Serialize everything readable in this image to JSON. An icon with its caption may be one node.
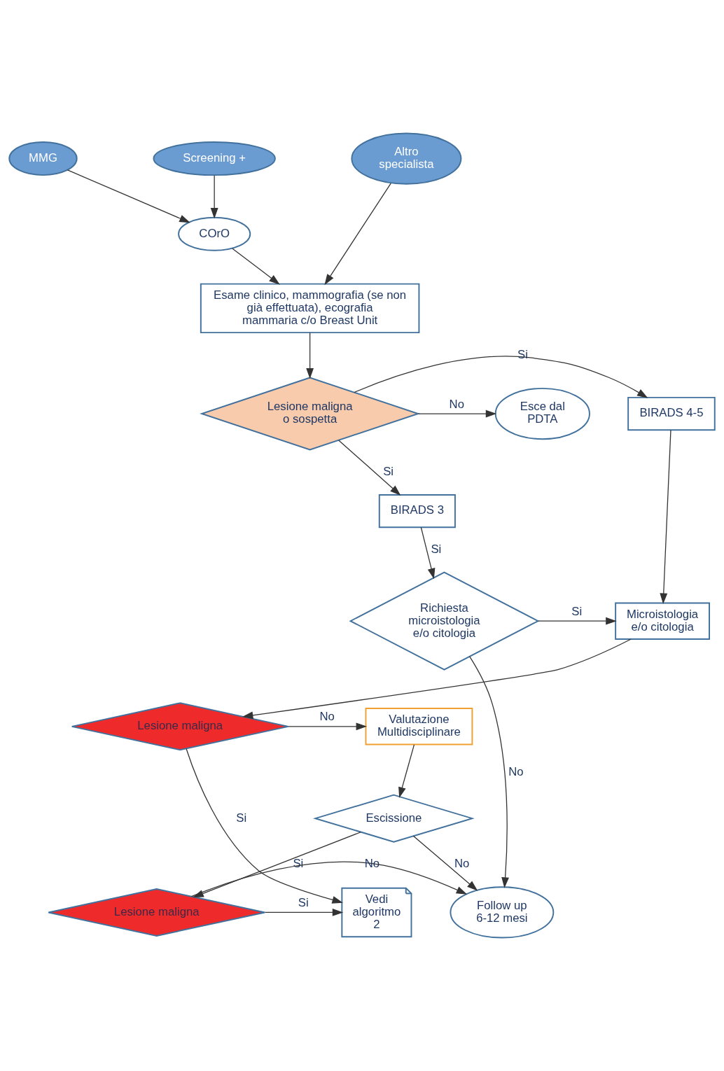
{
  "diagram": {
    "nodes": [
      {
        "text": [
          "MMG"
        ]
      },
      {
        "text": [
          "Screening +"
        ]
      },
      {
        "text": [
          "Altro specialista"
        ]
      },
      {
        "text": [
          "COrO"
        ]
      },
      {
        "text": [
          "Esame clinico, mammografia (se non già effettuata), ecografia mammaria c/o Breast Unit"
        ]
      },
      {
        "text": [
          "Lesione maligna o sospetta"
        ]
      },
      {
        "text": [
          "Esce dal PDTA"
        ]
      },
      {
        "text": [
          "BIRADS 4-5"
        ]
      },
      {
        "text": [
          "BIRADS 3"
        ]
      },
      {
        "text": [
          "Richiesta microistologia e/o citologia"
        ]
      },
      {
        "text": [
          "Microistologia e/o citologia"
        ]
      },
      {
        "text": [
          "Lesione maligna"
        ]
      },
      {
        "text": [
          "Valutazione Multidisciplinare"
        ]
      },
      {
        "text": [
          "Escissione"
        ]
      },
      {
        "text": [
          "Lesione maligna"
        ]
      },
      {
        "text": [
          "Follow up 6-12 mesi"
        ]
      },
      {
        "text": [
          "Vedi algoritmo 2"
        ]
      }
    ],
    "edges": [
      {
        "from": 0,
        "to": 3,
        "arrow": "to"
      },
      {
        "from": 1,
        "to": 3,
        "arrow": "to"
      },
      {
        "from": 2,
        "to": 4,
        "arrow": "to"
      },
      {
        "from": 3,
        "to": 4,
        "arrow": "to"
      },
      {
        "from": 4,
        "to": 5,
        "arrow": "to"
      },
      {
        "from": 5,
        "to": 6,
        "arrow": "to",
        "label": "No"
      },
      {
        "from": 5,
        "to": 7,
        "arrow": "to",
        "label": "Si"
      },
      {
        "from": 5,
        "to": 8,
        "arrow": "to",
        "label": "Si"
      },
      {
        "from": 8,
        "to": 9,
        "arrow": "to",
        "label": "Si"
      },
      {
        "from": 9,
        "to": 15,
        "arrow": "to",
        "label": "No"
      },
      {
        "from": 9,
        "to": 10,
        "arrow": "to",
        "label": "Si"
      },
      {
        "from": 7,
        "to": 10,
        "arrow": "to"
      },
      {
        "from": 10,
        "to": 11,
        "arrow": "to"
      },
      {
        "from": 11,
        "to": 12,
        "arrow": "to",
        "label": "No"
      },
      {
        "from": 11,
        "to": 16,
        "arrow": "to",
        "label": "Si"
      },
      {
        "from": 12,
        "to": 13,
        "arrow": "to"
      },
      {
        "from": 13,
        "to": 15,
        "arrow": "to",
        "label": "No"
      },
      {
        "from": 13,
        "to": 14,
        "arrow": "to",
        "label": "Si"
      },
      {
        "from": 14,
        "to": 15,
        "arrow": "to",
        "label": "No"
      },
      {
        "from": 14,
        "to": 16,
        "arrow": "to",
        "label": "Si"
      }
    ]
  }
}
